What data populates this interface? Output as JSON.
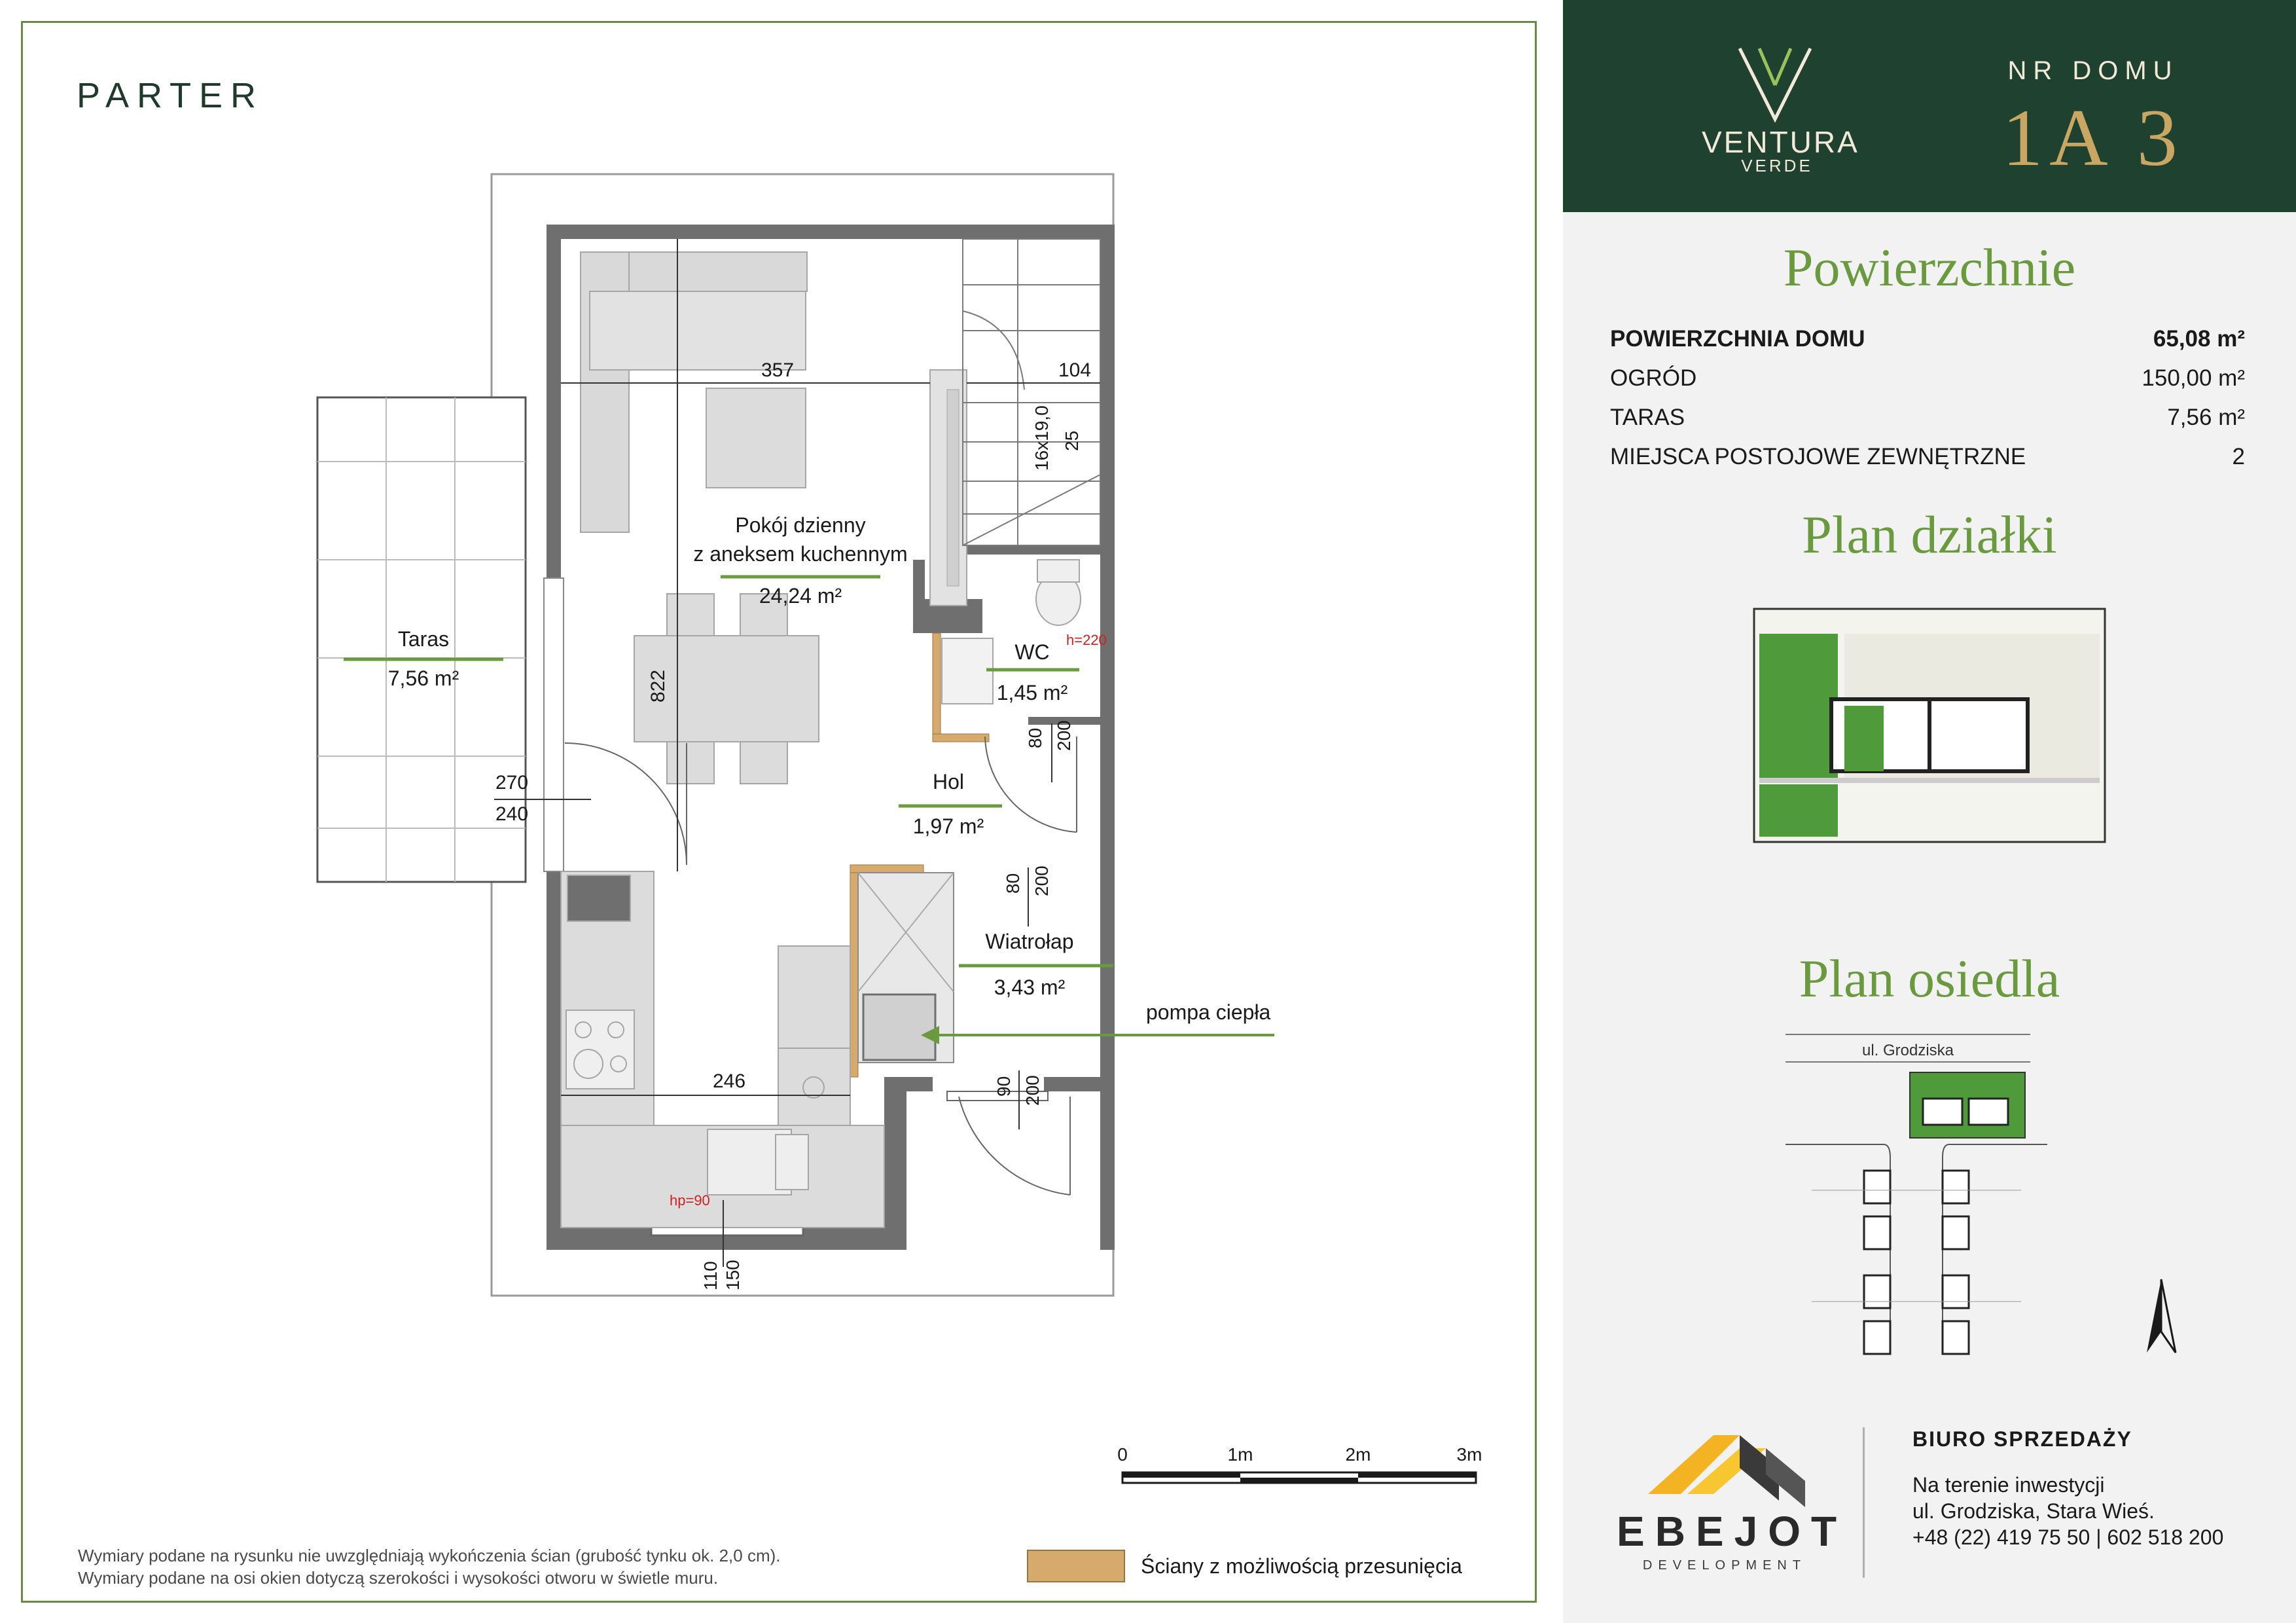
{
  "floor": {
    "title": "PARTER"
  },
  "rooms": [
    {
      "name": "Pokój dzienny",
      "name2": "z aneksem kuchennym",
      "area": "24,24 m²"
    },
    {
      "name": "WC",
      "area": "1,45 m²"
    },
    {
      "name": "Hol",
      "area": "1,97 m²"
    },
    {
      "name": "Wiatrołap",
      "area": "3,43 m²"
    },
    {
      "name": "Taras",
      "area": "7,56 m²"
    }
  ],
  "dimensions": {
    "d357": "357",
    "d104": "104",
    "d822": "822",
    "d246": "246",
    "stairs": "16x19,0",
    "stairs_width": "25",
    "d270": "270",
    "d240": "240",
    "door1_w": "80",
    "door1_h": "200",
    "door2_w": "80",
    "door2_h": "200",
    "door3_w": "90",
    "door3_h": "200",
    "win_w": "110",
    "win_h": "150",
    "hp90": "hp=90",
    "h220": "h=220"
  },
  "callouts": {
    "heat_pump": "pompa ciepła"
  },
  "scale": {
    "labels": [
      "0",
      "1m",
      "2m",
      "3m"
    ]
  },
  "notes": {
    "line1": "Wymiary podane na rysunku nie uwzględniają wykończenia ścian (grubość tynku ok. 2,0 cm).",
    "line2": "Wymiary podane na osi okien dotyczą szerokości i wysokości otworu w świetle muru."
  },
  "legend": {
    "movable_walls": "Ściany z możliwością przesunięcia"
  },
  "brand": {
    "name": "VENTURA",
    "sub": "VERDE"
  },
  "house": {
    "label": "NR DOMU",
    "number": "1A 3"
  },
  "surfaces": {
    "title": "Powierzchnie",
    "rows": [
      {
        "label": "POWIERZCHNIA DOMU",
        "value": "65,08 m²"
      },
      {
        "label": "OGRÓD",
        "value": "150,00 m²"
      },
      {
        "label": "TARAS",
        "value": "7,56 m²"
      },
      {
        "label": "MIEJSCA POSTOJOWE ZEWNĘTRZNE",
        "value": "2"
      }
    ]
  },
  "plot": {
    "title": "Plan działki"
  },
  "estate": {
    "title": "Plan osiedla",
    "street": "ul. Grodziska"
  },
  "developer": {
    "name": "EBEJOT",
    "sub": "DEVELOPMENT"
  },
  "sales": {
    "title": "BIURO SPRZEDAŻY",
    "line1": "Na terenie inwestycji",
    "line2": "ul. Grodziska, Stara Wieś.",
    "line3": "+48 (22) 419 75 50 | 602 518 200"
  },
  "colors": {
    "dark_green": "#1f4230",
    "accent_green": "#6a9a3e",
    "gold": "#c9a763",
    "wall": "#6f6f6f",
    "movable_wall": "#d6aa6c"
  }
}
